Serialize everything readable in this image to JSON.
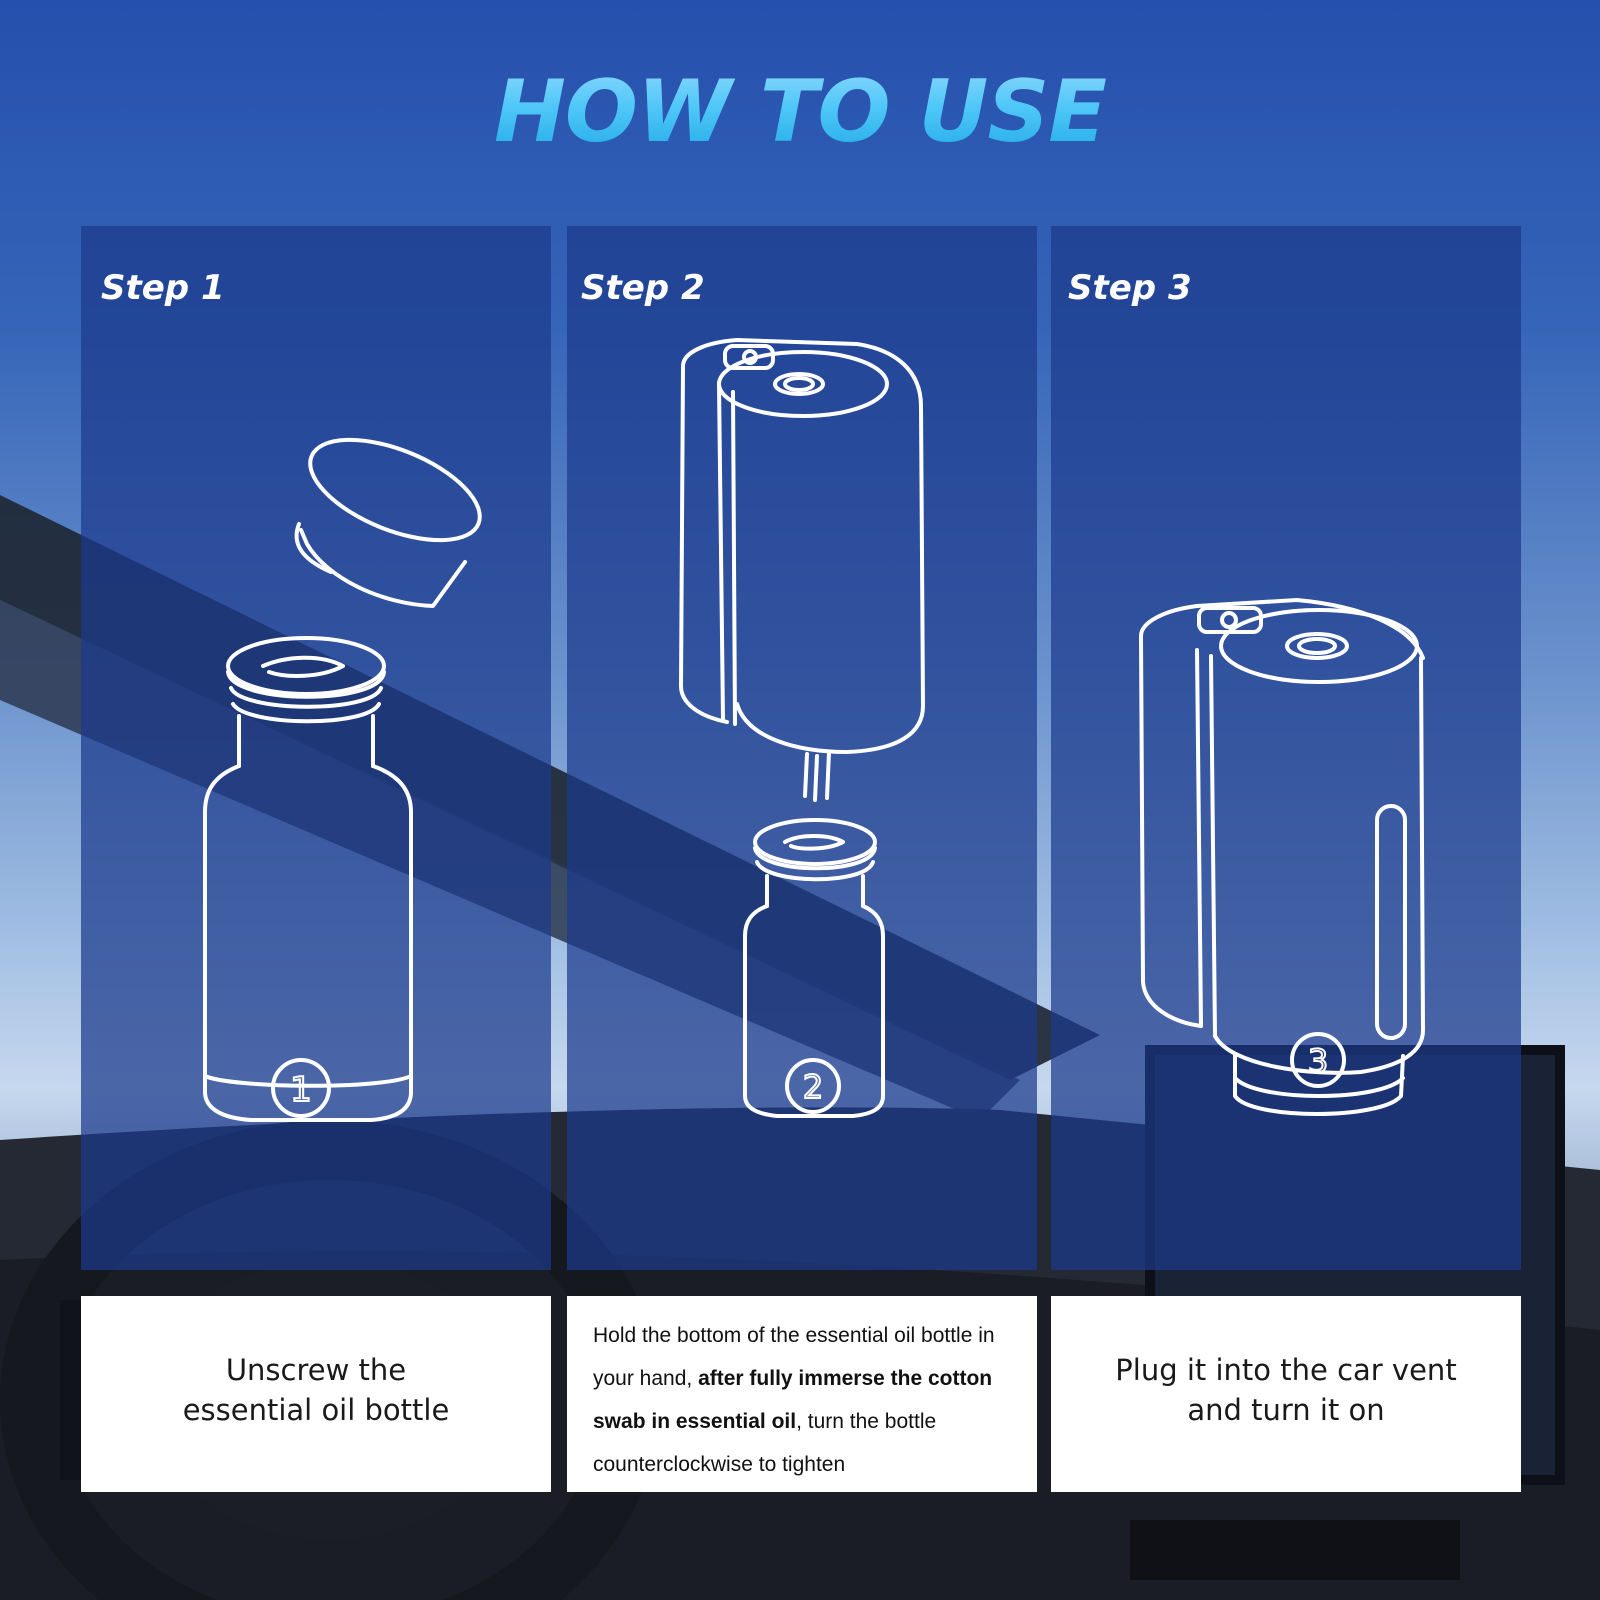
{
  "title": "HOW TO USE",
  "steps": [
    {
      "label": "Step 1",
      "number": "1",
      "icon": "bottle-with-cap-icon",
      "caption_line1": "Unscrew the",
      "caption_line2": "essential oil bottle"
    },
    {
      "label": "Step 2",
      "number": "2",
      "icon": "diffuser-above-bottle-icon",
      "caption_parts": [
        {
          "text": "Hold the bottom of the essential oil bottle in your hand, ",
          "bold": false
        },
        {
          "text": "after fully immerse the cotton swab in essential oil",
          "bold": true
        },
        {
          "text": ", turn the bottle counterclockwise to tighten",
          "bold": false
        }
      ]
    },
    {
      "label": "Step 3",
      "number": "3",
      "icon": "assembled-diffuser-icon",
      "caption_line1": "Plug it into the car vent",
      "caption_line2": "and turn it on"
    }
  ],
  "colors": {
    "panel": "#1c3a8c",
    "title_gradient_top": "#8fd9ff",
    "title_gradient_bottom": "#1ea8e8",
    "outline": "#ffffff"
  }
}
